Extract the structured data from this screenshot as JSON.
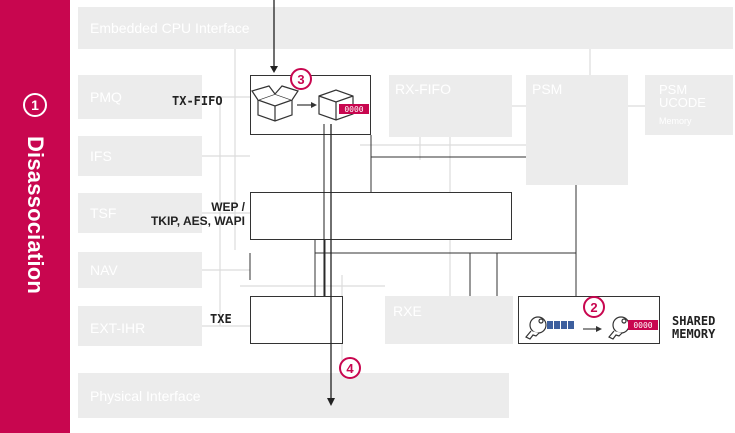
{
  "sidebar": {
    "step_number": "1",
    "title": "Disassociation"
  },
  "diagram": {
    "embedded_cpu_interface": "Embedded CPU Interface",
    "physical_interface": "Physical Interface",
    "left_blocks": [
      "PMQ",
      "IFS",
      "TSF",
      "NAV",
      "EXT-IHR"
    ],
    "rx_fifo": "RX-FIFO",
    "psm": "PSM",
    "psm_ucode": "PSM\nUCODE",
    "psm_ucode_sub": "Memory",
    "rxe": "RXE",
    "tx_fifo_label": "TX-FIFO",
    "wep_label": "WEP /\nTKIP, AES, WAPI",
    "txe_label": "TXE",
    "shared_memory_label": "SHARED\nMEMORY",
    "steps": {
      "step2": "2",
      "step3": "3",
      "step4": "4"
    },
    "key_digits": "0000"
  }
}
